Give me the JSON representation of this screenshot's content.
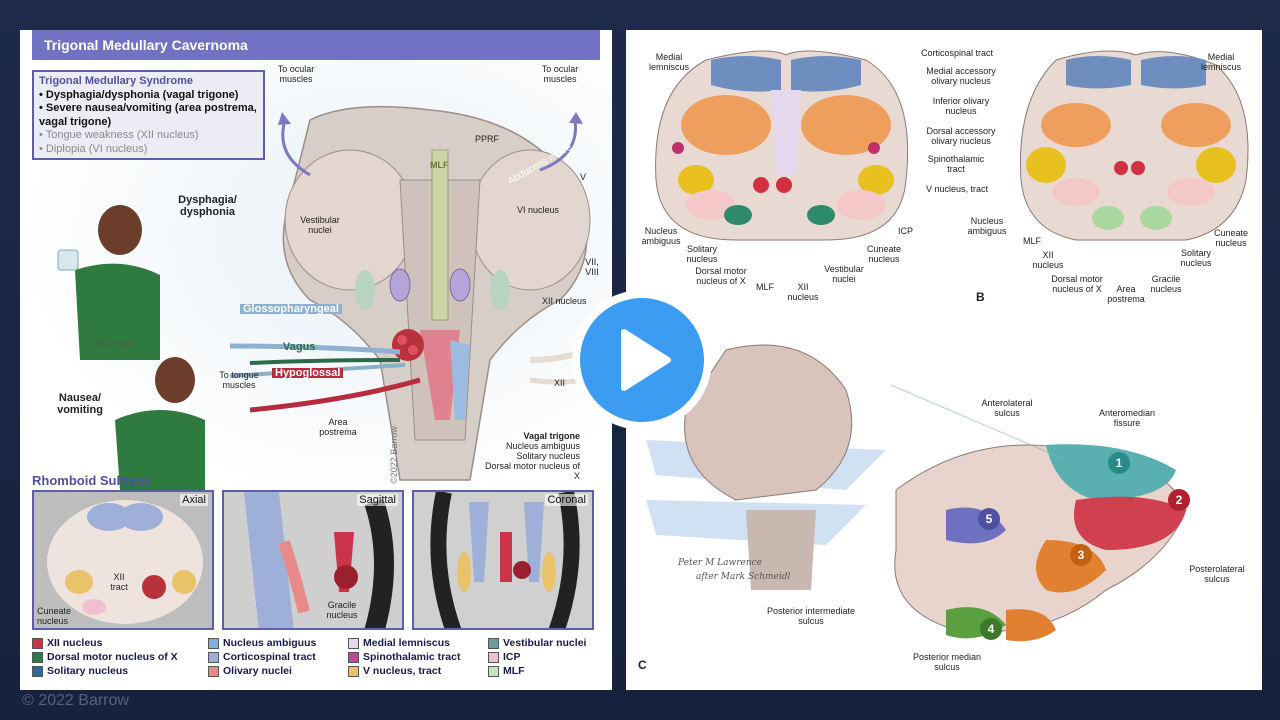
{
  "left": {
    "header": "Trigonal Medullary Cavernoma",
    "syndrome": {
      "title": "Trigonal Medullary Syndrome",
      "items_bold": [
        "• Dysphagia/dysphonia (vagal trigone)",
        "• Severe nausea/vomiting (area postrema, vagal trigone)"
      ],
      "items_gray": [
        "• Tongue weakness (XII nucleus)",
        "• Diplopia (VI nucleus)"
      ]
    },
    "labels": {
      "to_ocular_left": "To ocular muscles",
      "to_ocular_right": "To ocular muscles",
      "pprf": "PPRF",
      "mlf": "MLF",
      "abducens": "Abducens nerve",
      "v": "V",
      "vestibular": "Vestibular nuclei",
      "vi_nucleus": "VI nucleus",
      "vii_viii": "VII, VIII",
      "glosso": "Glossopharyngeal",
      "vagus": "Vagus",
      "hypoglossal": "Hypoglossal",
      "xii_nucleus": "XII nucleus",
      "xii": "XII",
      "to_tongue": "To tongue muscles",
      "area_postrema": "Area postrema",
      "copyright": "©2022 Barrow",
      "vagal_trigone": "Vagal trigone",
      "nucleus_ambiguus": "Nucleus ambiguus",
      "solitary_nucleus": "Solitary nucleus",
      "dorsal_motor": "Dorsal motor nucleus of X",
      "dysphagia": "Dysphagia/ dysphonia",
      "nausea": "Nausea/ vomiting",
      "signature": "Barrow"
    },
    "rhomboid": {
      "title": "Rhomboid Subtype",
      "axial": "Axial",
      "sagittal": "Sagittal",
      "coronal": "Coronal",
      "xii_tract": "XII tract",
      "cuneate": "Cuneate nucleus",
      "gracile": "Gracile nucleus",
      "copyright": "©2022 Barrow"
    },
    "legend": [
      {
        "label": "XII nucleus",
        "color": "#c9344a"
      },
      {
        "label": "Dorsal motor nucleus of X",
        "color": "#2e7a4a"
      },
      {
        "label": "Solitary nucleus",
        "color": "#2a6d9a"
      },
      {
        "label": "Nucleus ambiguus",
        "color": "#7fb0e0"
      },
      {
        "label": "Corticospinal tract",
        "color": "#9fb0d8"
      },
      {
        "label": "Olivary nuclei",
        "color": "#e88a8a"
      },
      {
        "label": "Medial lemniscus",
        "color": "#e6d8ee"
      },
      {
        "label": "Spinothalamic tract",
        "color": "#b74a9a"
      },
      {
        "label": "V nucleus, tract",
        "color": "#e8c36a"
      },
      {
        "label": "Vestibular nuclei",
        "color": "#6f9aa0"
      },
      {
        "label": "ICP",
        "color": "#f0c0d0"
      },
      {
        "label": "MLF",
        "color": "#c6e4c0"
      }
    ],
    "watermark": "© 2022 Barrow"
  },
  "right": {
    "b_labels": {
      "medial_lemniscus_l": "Medial lemniscus",
      "corticospinal": "Corticospinal tract",
      "medial_lemniscus_r": "Medial lemniscus",
      "medial_acc": "Medial accessory olivary nucleus",
      "inferior_olivary": "Inferior olivary nucleus",
      "dorsal_acc": "Dorsal accessory olivary nucleus",
      "spinothalamic": "Spinothalamic tract",
      "v_nucleus": "V nucleus, tract",
      "nucleus_ambiguus_l": "Nucleus ambiguus",
      "solitary_l": "Solitary nucleus",
      "dorsal_motor_l": "Dorsal motor nucleus of X",
      "mlf_l": "MLF",
      "xii_l": "XII nucleus",
      "vestibular": "Vestibular nuclei",
      "cuneate_l": "Cuneate nucleus",
      "icp": "ICP",
      "nucleus_ambiguus_r": "Nucleus ambiguus",
      "mlf_r": "MLF",
      "xii_r": "XII nucleus",
      "dorsal_motor_r": "Dorsal motor nucleus of X",
      "area_postrema": "Area postrema",
      "gracile": "Gracile nucleus",
      "solitary_r": "Solitary nucleus",
      "cuneate_r": "Cuneate nucleus",
      "panel_b": "B"
    },
    "c_labels": {
      "anterolateral": "Anterolateral sulcus",
      "anteromedian": "Anteromedian fissure",
      "posterolateral": "Posterolateral sulcus",
      "post_intermediate": "Posterior intermediate sulcus",
      "post_median": "Posterior median sulcus",
      "panel_c": "C",
      "signature1": "Peter M Lawrence",
      "signature2": "after Mark Schmeidl",
      "zones": [
        "1",
        "2",
        "3",
        "4",
        "5"
      ]
    }
  },
  "colors": {
    "accent": "#7272c4",
    "play": "#3b9cf2"
  }
}
